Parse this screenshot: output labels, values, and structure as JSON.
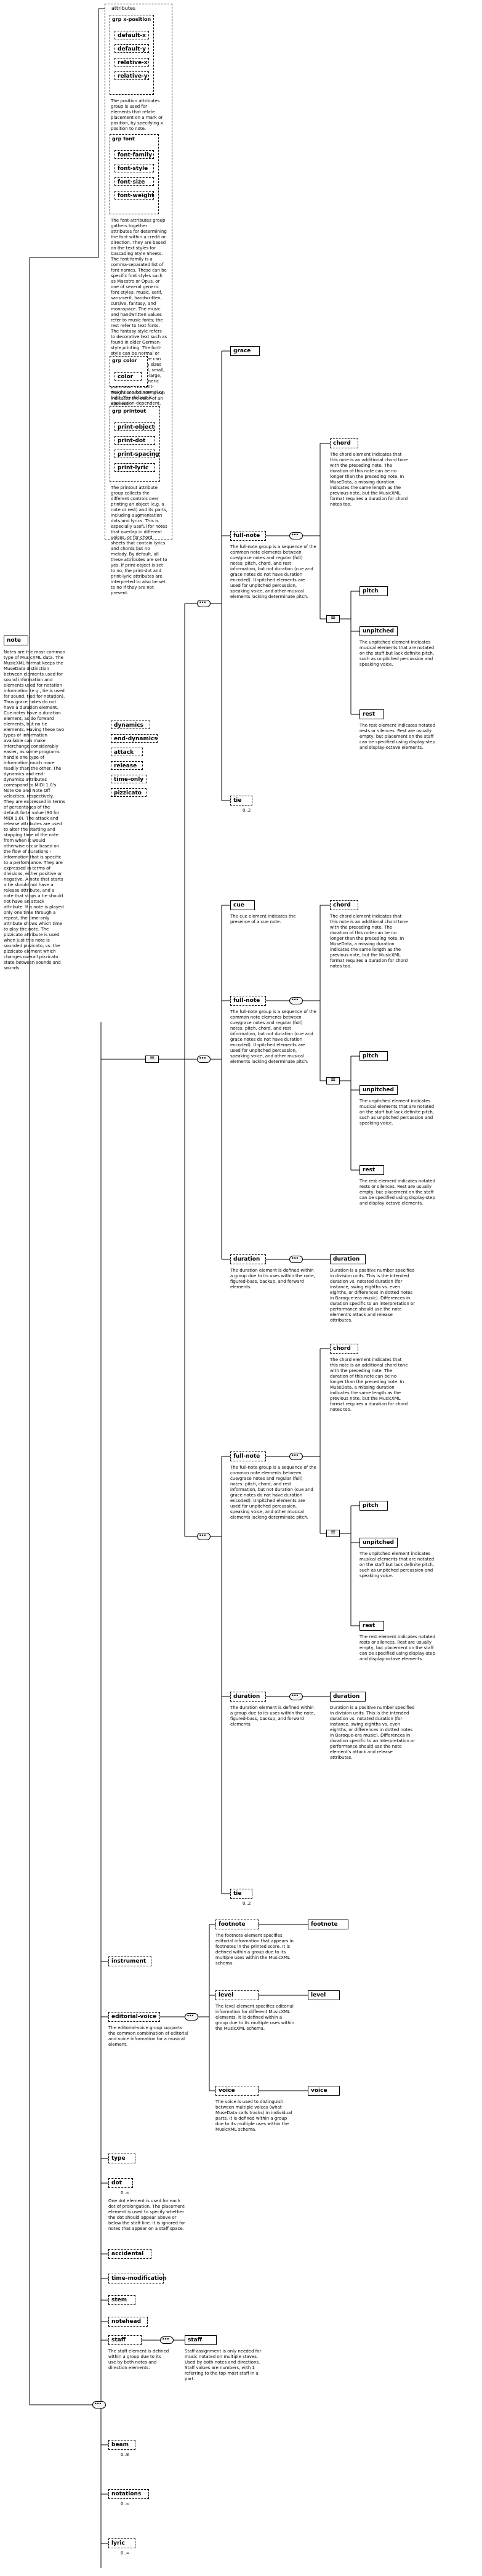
{
  "root": {
    "name": "note",
    "description": "Notes are the most common type of MusicXML data. The MusicXML format keeps the MuseData distinction between elements used for sound information and elements used for notation information (e.g., tie is used for sound, tied for notation). Thus grace notes do not have a duration element. Cue notes have a duration element, as do forward elements, but no tie elements. Having these two types of information available can make interchange considerably easier, as some programs handle one type of information much more readily than the other. The dynamics and end-dynamics attributes correspond to MIDI 1.0's Note On and Note Off velocities, respectively. They are expressed in terms of percentages of the default forte value (90 for MIDI 1.0). The attack and release attributes are used to alter the starting and stopping time of the note from when it would otherwise occur based on the flow of durations - information that is specific to a performance. They are expressed in terms of divisions, either positive or negative. A note that starts a tie should not have a release attribute, and a note that stops a tie should not have an attack attribute. If a note is played only one time through a repeat, the time-only attribute shows which time to play the note. The pizzicato attribute is used when just this note is sounded pizzicato, vs. the pizzicato element which changes overall pizzicato state between sounds and sounds."
  },
  "attributes": {
    "header": "attributes",
    "groups": [
      {
        "name": "x-position",
        "items": [
          "default-x",
          "default-y",
          "relative-x",
          "relative-y"
        ],
        "description": "The position attributes group is used for elements that relate placement on a mark or position, by specifying x position to note."
      },
      {
        "name": "font",
        "items": [
          "font-family",
          "font-style",
          "font-size",
          "font-weight"
        ],
        "description": "The font-attributes group gathers together attributes for determining the font within a credit or direction. They are based on the text styles for Cascading Style Sheets. The font-family is a comma-separated list of font names. These can be specific font styles such as Maestro or Opus, or one of several generic font styles: music, serif, sans-serif, handwritten, cursive, fantasy, and monospace. The music and handwritten values refer to music fonts; the rest refer to text fonts. The fantasy style refers to decorative text such as found in older German-style printing. The font-style can be normal or italic. The font-size can be one of the CSS sizes (xx-small, x-small, small, medium, large, x-large, xx-large) or a numeric point size. The font-weight can be normal or bold. The default is application-dependent, but is a text font vs. a music font."
      },
      {
        "name": "color",
        "items": [
          "color"
        ],
        "description": "The color attribute group indicates the color of an element."
      },
      {
        "name": "printout",
        "items": [
          "print-object",
          "print-dot",
          "print-spacing",
          "print-lyric"
        ],
        "description": "The printout attribute group collects the different controls over printing an object (e.g. a note or rest) and its parts, including augmentation dots and lyrics. This is especially useful for notes that overlap in different voices, or for chord sheets that contain lyrics and chords but no melody. By default, all these attributes are set to yes. If print-object is set to no, the print-dot and print-lyric attributes are interpreted to also be set to no if they are not present."
      }
    ],
    "singles": [
      "dynamics",
      "end-dynamics",
      "attack",
      "release",
      "time-only",
      "pizzicato"
    ]
  },
  "choice_branches": {
    "grace": {
      "name": "grace",
      "full_note": {
        "name": "full-note",
        "description": "The full-note group is a sequence of the common note elements between cue/grace notes and regular (full) notes: pitch, chord, and rest information, but not duration (cue and grace notes do not have duration encoded). Unpitched elements are used for unpitched percussion, speaking voice, and other musical elements lacking determinate pitch."
      },
      "tie_card": "0..2"
    },
    "cue": {
      "name": "cue",
      "description": "The cue element indicates the presence of a cue note.",
      "full_note": {
        "name": "full-note",
        "description": "The full-note group is a sequence of the common note elements between cue/grace notes and regular (full) notes: pitch, chord, and rest information, but not duration (cue and grace notes do not have duration encoded). Unpitched elements are used for unpitched percussion, speaking voice, and other musical elements lacking determinate pitch."
      },
      "duration": {
        "name": "duration",
        "description": "The duration element is defined within a group due to its uses within the note, figured-bass, backup, and forward elements."
      }
    },
    "regular": {
      "full_note": {
        "name": "full-note",
        "description": "The full-note group is a sequence of the common note elements between cue/grace notes and regular (full) notes: pitch, chord, and rest information, but not duration (cue and grace notes do not have duration encoded). Unpitched elements are used for unpitched percussion, speaking voice, and other musical elements lacking determinate pitch."
      },
      "duration": {
        "name": "duration",
        "description": "The duration element is defined within a group due to its uses within the note, figured-bass, backup, and forward elements."
      },
      "tie_card": "0..2"
    }
  },
  "full_note_children": {
    "chord": {
      "name": "chord",
      "description": "The chord element indicates that this note is an additional chord tone with the preceding note. The duration of this note can be no longer than the preceding note. In MuseData, a missing duration indicates the same length as the previous note, but the MusicXML format requires a duration for chord notes too."
    },
    "pitch": {
      "name": "pitch"
    },
    "unpitched": {
      "name": "unpitched",
      "description": "The unpitched element indicates musical elements that are notated on the staff but lack definite pitch, such as unpitched percussion and speaking voice."
    },
    "rest": {
      "name": "rest",
      "description": "The rest element indicates notated rests or silences. Rest are usually empty, but placement on the staff can be specified using display-step and display-octave elements."
    }
  },
  "duration_sub": {
    "name": "duration",
    "description": "Duration is a positive number specified in division units. This is the intended duration vs. notated duration (for instance, swing eighths vs. even eighths, or differences in dotted notes in Baroque-era music). Differences in duration specific to an interpretation or performance should use the note element's attack and release attributes."
  },
  "tail": {
    "instrument": {
      "name": "instrument"
    },
    "editorial_voice": {
      "name": "editorial-voice",
      "description": "The editorial-voice group supports the common combination of editorial and voice information for a musical element.",
      "footnote": {
        "name": "footnote",
        "ref": "footnote",
        "description": "The footnote element specifies editorial information that appears in footnotes in the printed score. It is defined within a group due to its multiple uses within the MusicXML schema."
      },
      "level": {
        "name": "level",
        "ref": "level",
        "description": "The level element specifies editorial information for different MusicXML elements. It is defined within a group due to its multiple uses within the MusicXML schema."
      },
      "voice": {
        "name": "voice",
        "ref": "voice",
        "description": "The voice is used to distinguish between multiple voices (what MuseData calls tracks) in individual parts. It is defined within a group due to its multiple uses within the MusicXML schema."
      }
    },
    "type": {
      "name": "type"
    },
    "dot": {
      "name": "dot",
      "card": "0..∞",
      "description": "One dot element is used for each dot of prolongation. The placement element is used to specify whether the dot should appear above or below the staff line. It is ignored for notes that appear on a staff space."
    },
    "accidental": {
      "name": "accidental"
    },
    "time_modification": {
      "name": "time-modification"
    },
    "stem": {
      "name": "stem"
    },
    "notehead": {
      "name": "notehead"
    },
    "staff": {
      "name": "staff",
      "ref": "staff",
      "description": "Staff assignment is only needed for music notated on multiple staves. Used by both notes and directions. Staff values are numbers, with 1 referring to the top-most staff in a part.",
      "group_description": "The staff element is defined within a group due to its use by both notes and direction elements."
    },
    "beam": {
      "name": "beam",
      "card": "0..8"
    },
    "notations": {
      "name": "notations",
      "card": "0..∞"
    },
    "lyric": {
      "name": "lyric",
      "card": "0..∞"
    }
  },
  "labels": {
    "grp": "grp",
    "attr_icon": "@"
  }
}
